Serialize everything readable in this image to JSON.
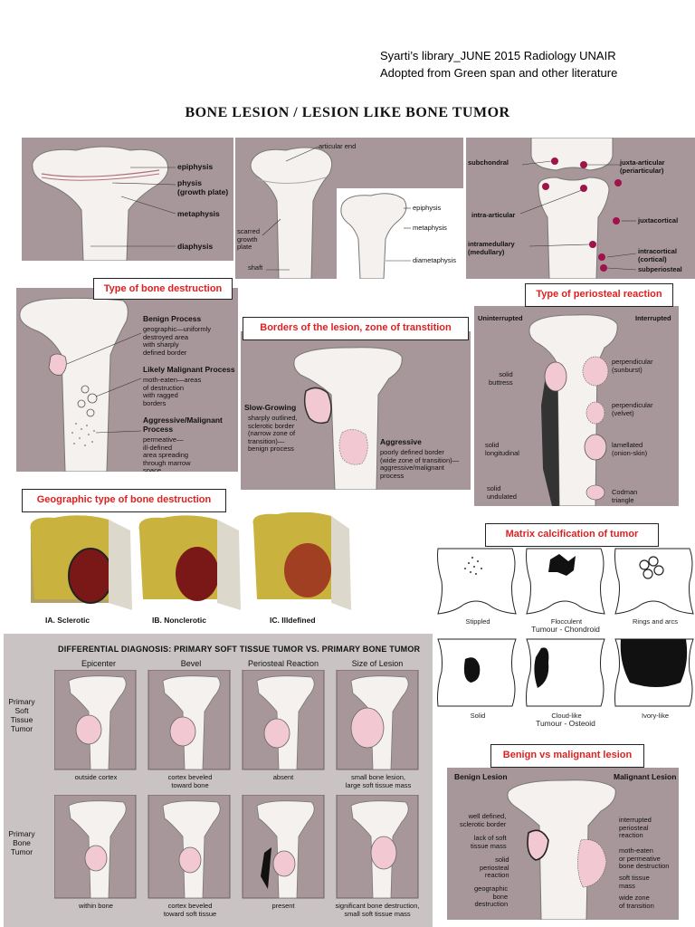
{
  "header": {
    "credit_line1": "Syarti’s library_JUNE 2015 Radiology UNAIR",
    "credit_line2": "Adopted from Green span and other literature",
    "title": "BONE  LESION / LESION LIKE BONE TUMOR"
  },
  "anatomy1": {
    "labels": [
      "epiphysis",
      "physis\n(growth plate)",
      "metaphysis",
      "diaphysis"
    ]
  },
  "anatomy2": {
    "labels": [
      "articular end",
      "scarred\ngrowth\nplate",
      "shaft",
      "epiphysis",
      "metaphysis",
      "diametaphysis"
    ]
  },
  "locations": {
    "labels": [
      "subchondral",
      "juxta-articular\n(periarticular)",
      "intra-articular",
      "juxtacortical",
      "intramedullary\n(medullary)",
      "intracortical\n(cortical)",
      "subperiosteal"
    ]
  },
  "destruction": {
    "box_label": "Type of bone destruction",
    "benign_title": "Benign Process",
    "benign_text": "geographic—uniformly\ndestroyed area\nwith sharply\ndefined border",
    "likely_title": "Likely Malignant Process",
    "likely_text": "moth-eaten—areas\nof destruction\nwith ragged\nborders",
    "aggr_title": "Aggressive/Malignant\nProcess",
    "aggr_text": "permeative—\nill-defined\narea spreading\nthrough marrow\nspace"
  },
  "borders": {
    "box_label": "Borders of the lesion, zone of transtition",
    "slow_title": "Slow-Growing",
    "slow_text": "sharply outlined,\nsclerotic border\n(narrow zone of\ntransition)—\nbenign process",
    "aggr_title": "Aggressive",
    "aggr_text": "poorly defined border\n(wide zone of transition)—\naggressive/malignant\nprocess"
  },
  "periosteal": {
    "box_label": "Type of periosteal reaction",
    "uninterrupted": "Uninterrupted",
    "interrupted": "Interrupted",
    "left_labels": [
      "solid\nbuttress",
      "solid\nlongitudinal",
      "solid\nundulated"
    ],
    "right_labels": [
      "perpendicular\n(sunburst)",
      "perpendicular\n(velvet)",
      "lamellated\n(onion-skin)",
      "Codman\ntriangle"
    ]
  },
  "geographic": {
    "box_label": "Geographic type of bone destruction",
    "captions": [
      "IA. Sclerotic",
      "IB. Nonclerotic",
      "IC. Illdefined"
    ]
  },
  "matrix": {
    "box_label": "Matrix calcification of tumor",
    "row1": [
      "Stippled",
      "Flocculent",
      "Rings and arcs"
    ],
    "row1_caption": "Tumour - Chondroid",
    "row2": [
      "Solid",
      "Cloud-like",
      "Ivory-like"
    ],
    "row2_caption": "Tumour - Osteoid"
  },
  "ddx": {
    "title": "DIFFERENTIAL DIAGNOSIS: PRIMARY SOFT TISSUE TUMOR VS. PRIMARY BONE TUMOR",
    "columns": [
      "Epicenter",
      "Bevel",
      "Periosteal Reaction",
      "Size of Lesion"
    ],
    "row1_label": "Primary\nSoft\nTissue\nTumor",
    "row1_caps": [
      "outside cortex",
      "cortex beveled\ntoward bone",
      "absent",
      "small bone lesion,\nlarge soft tissue mass"
    ],
    "row2_label": "Primary\nBone\nTumor",
    "row2_caps": [
      "within bone",
      "cortex beveled\ntoward soft tissue",
      "present",
      "significant bone destruction,\nsmall soft tissue mass"
    ]
  },
  "benign_malignant": {
    "box_label": "Benign vs malignant lesion",
    "benign": "Benign Lesion",
    "malignant": "Malignant Lesion",
    "left_labels": [
      "well defined,\nsclerotic border",
      "lack of soft\ntissue mass",
      "solid\nperiosteal\nreaction",
      "geographic\nbone\ndestruction"
    ],
    "right_labels": [
      "interrupted\nperiosteal\nreaction",
      "moth-eaten\nor permeative\nbone destruction",
      "soft tissue\nmass",
      "wide zone\nof transition"
    ]
  },
  "colors": {
    "panel_bg": "#a8979a",
    "bone": "#f4f1ee",
    "lesion": "#f2c9d3",
    "dot": "#a0124a",
    "red_label": "#e02020"
  }
}
